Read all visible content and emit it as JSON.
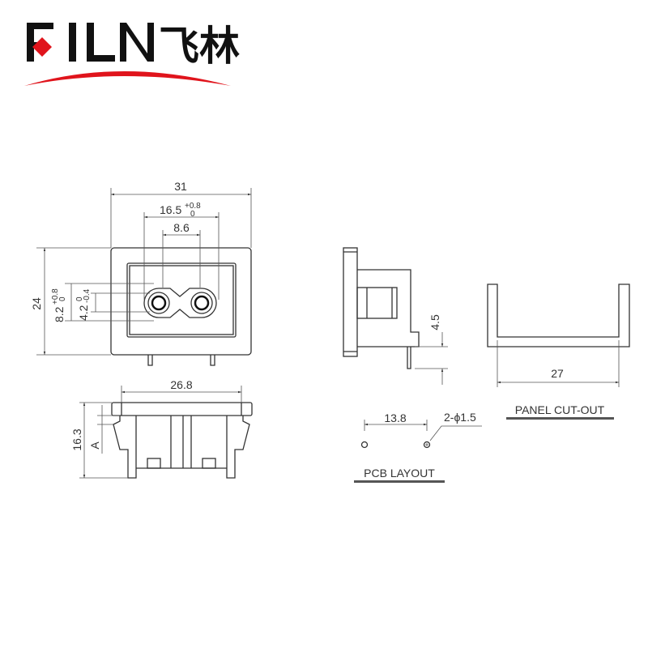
{
  "logo": {
    "brand": "FILN",
    "chinese": "飞林",
    "accent_color": "#e0141c"
  },
  "front_view": {
    "width": "31",
    "pin_span": "16.5",
    "pin_span_tol_upper": "+0.8",
    "pin_span_tol_lower": "0",
    "pin_pitch": "8.6",
    "height": "24",
    "dim_82": "8.2",
    "dim_82_tol_upper": "+0.8",
    "dim_82_tol_lower": "0",
    "dim_42": "4.2",
    "dim_42_tol_upper": "0",
    "dim_42_tol_lower": "-0.4"
  },
  "bottom_view": {
    "width": "26.8",
    "depth": "16.3",
    "label_a": "A"
  },
  "side_view": {
    "pin_length": "4.5"
  },
  "pcb_layout": {
    "hole_spacing": "13.8",
    "hole_spec": "2-ϕ1.5",
    "title": "PCB LAYOUT"
  },
  "panel_cutout": {
    "width": "27",
    "title": "PANEL CUT-OUT"
  }
}
